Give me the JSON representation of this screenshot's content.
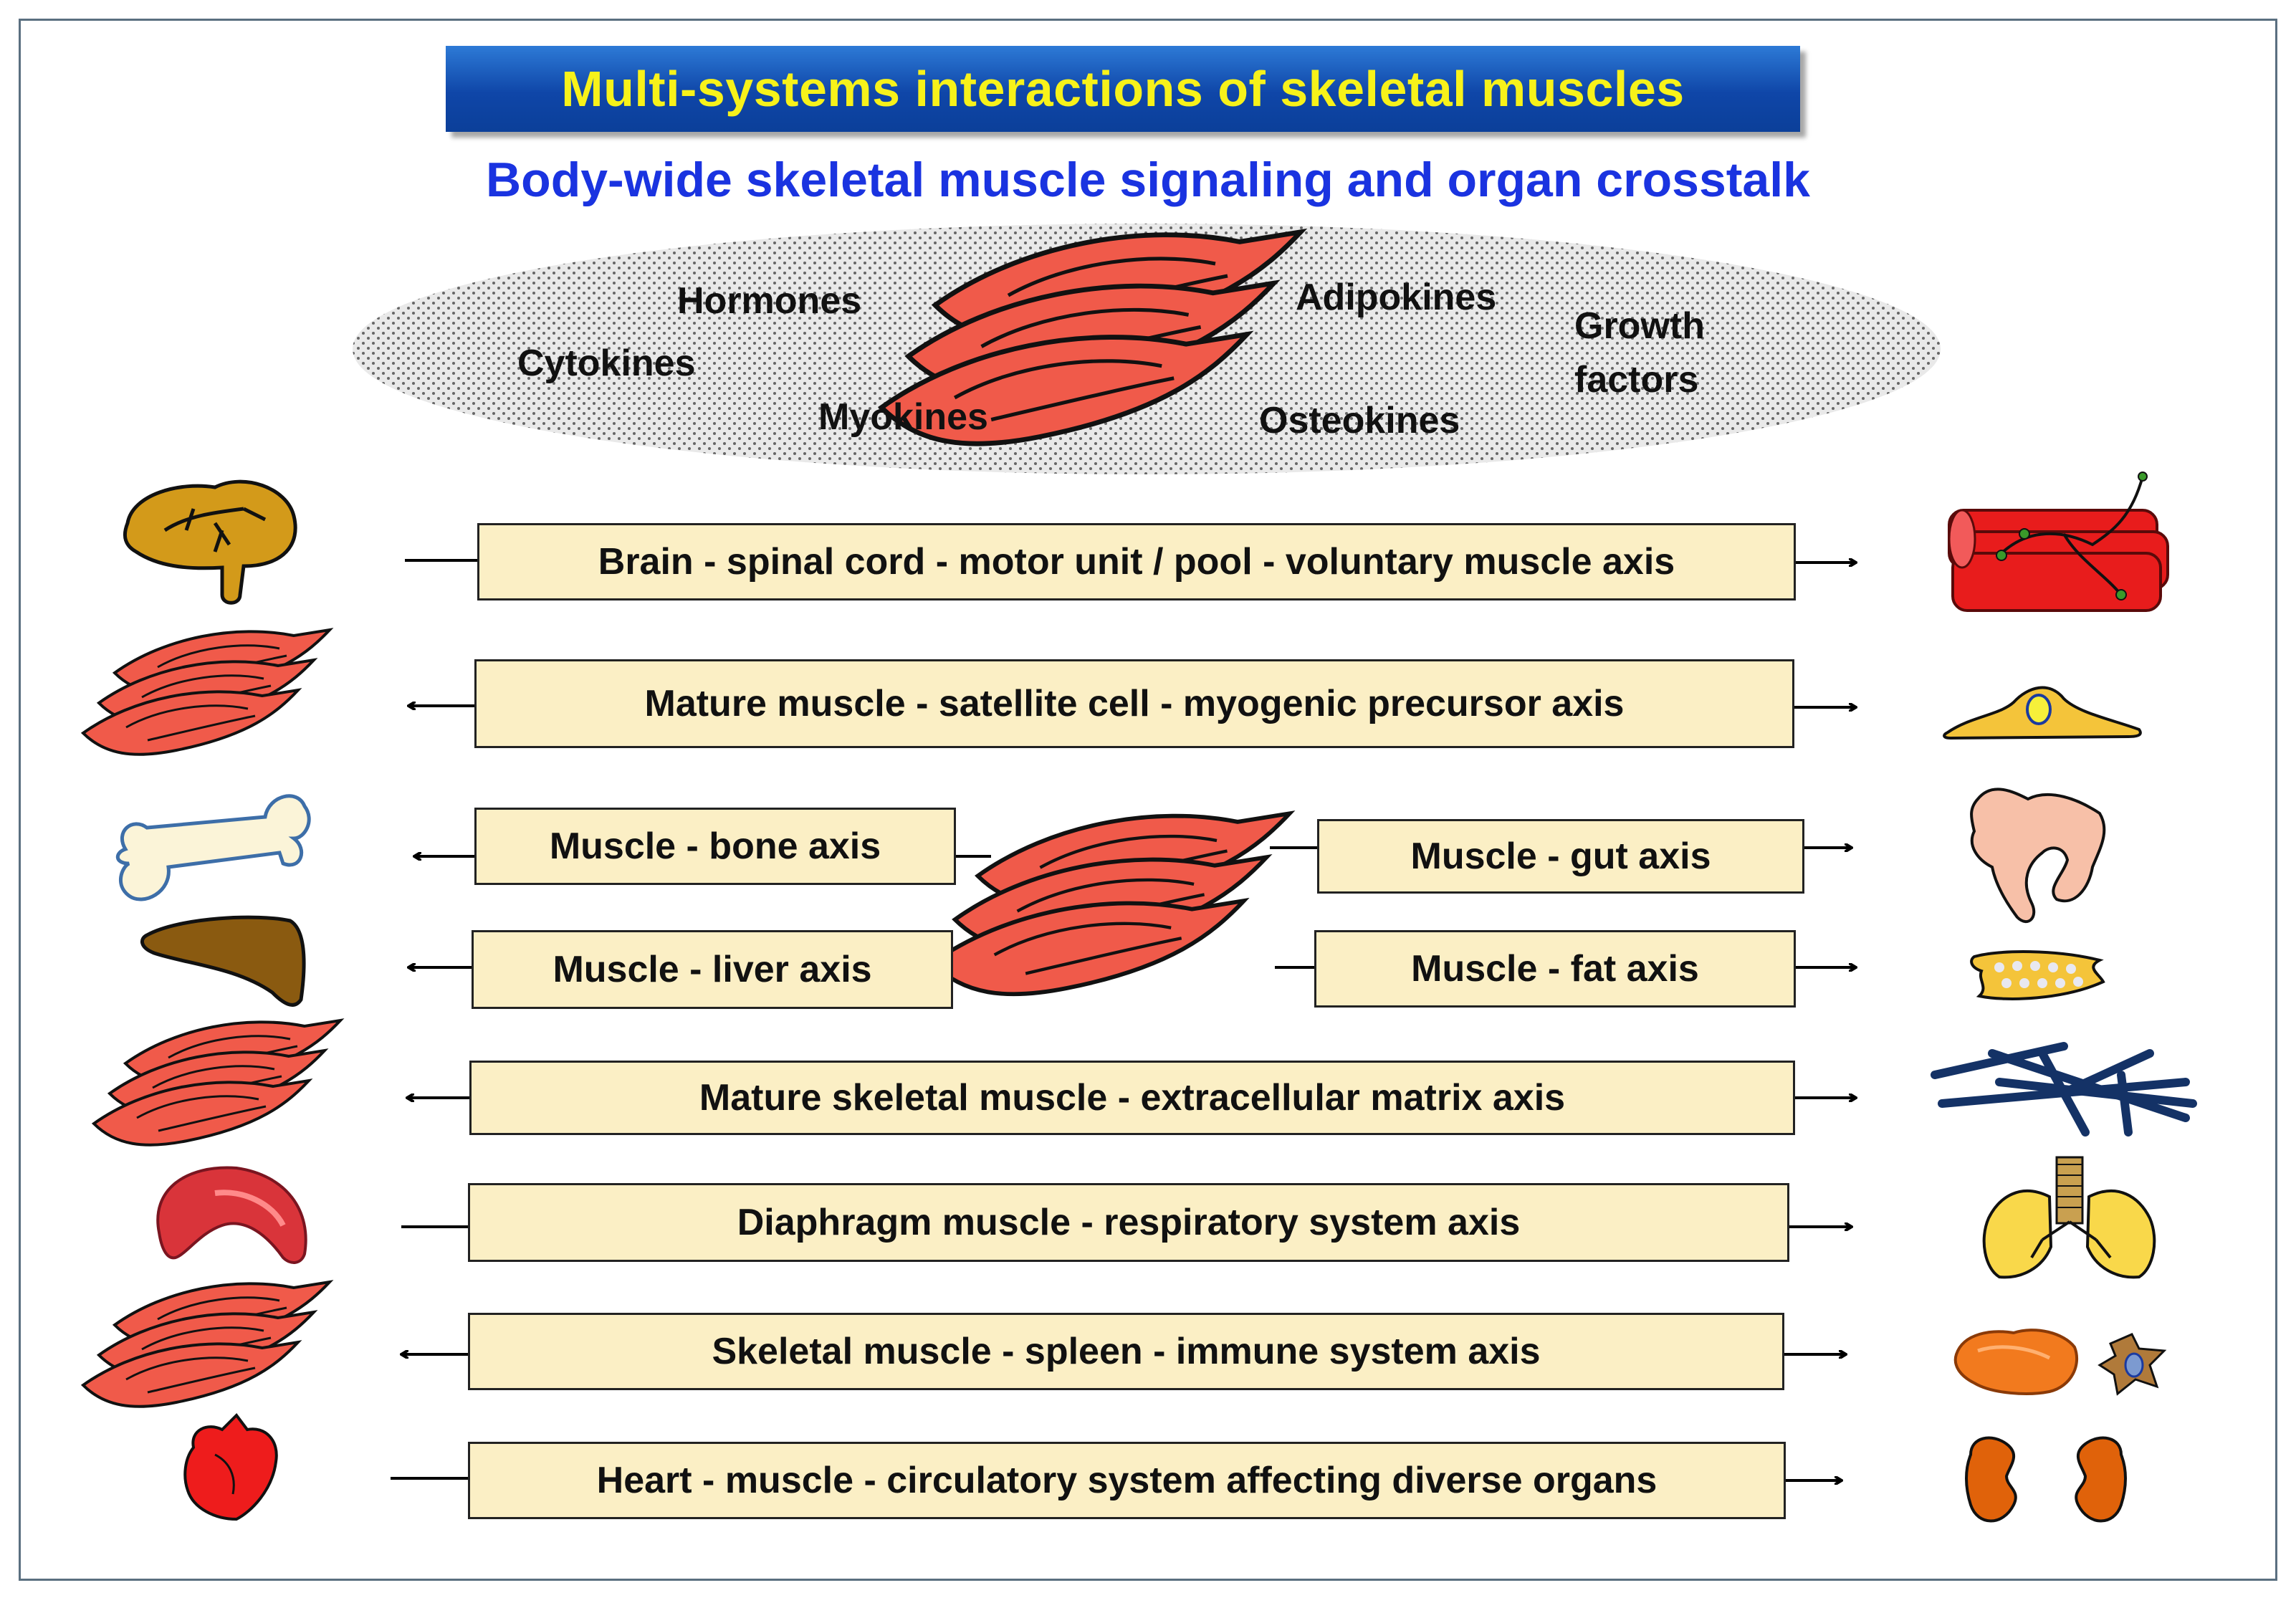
{
  "title": "Multi-systems interactions of skeletal muscles",
  "subtitle": "Body-wide skeletal muscle signaling and organ crosstalk",
  "signaling_factors": {
    "hormones": "Hormones",
    "adipokines": "Adipokines",
    "cytokines": "Cytokines",
    "growth_factors_line1": "Growth",
    "growth_factors_line2": "factors",
    "myokines": "Myokines",
    "osteokines": "Osteokines"
  },
  "axes": {
    "brain": "Brain - spinal cord - motor unit / pool - voluntary muscle axis",
    "satellite": "Mature muscle - satellite cell - myogenic precursor axis",
    "bone": "Muscle - bone axis",
    "gut": "Muscle - gut axis",
    "liver": "Muscle - liver axis",
    "fat": "Muscle - fat axis",
    "ecm": "Mature skeletal muscle - extracellular matrix axis",
    "diaphragm": "Diaphragm muscle - respiratory system axis",
    "spleen": "Skeletal muscle - spleen - immune system axis",
    "heart": "Heart - muscle - circulatory system affecting diverse organs"
  },
  "icons": {
    "left": [
      "brain-icon",
      "muscle-fibers-icon",
      "bone-icon",
      "liver-icon",
      "muscle-fibers-icon",
      "diaphragm-icon",
      "muscle-fibers-icon",
      "heart-icon"
    ],
    "right": [
      "muscle-bundle-icon",
      "satellite-cell-icon",
      "gut-icon",
      "fat-tissue-icon",
      "collagen-matrix-icon",
      "lungs-icon",
      "spleen-icon",
      "macrophage-icon",
      "kidneys-icon"
    ]
  },
  "colors": {
    "banner_blue": "#1257c0",
    "banner_text": "#f7f21a",
    "subtitle_blue": "#1a33e0",
    "axis_box_fill": "#fbefc5",
    "muscle_red": "#f05a4a"
  }
}
